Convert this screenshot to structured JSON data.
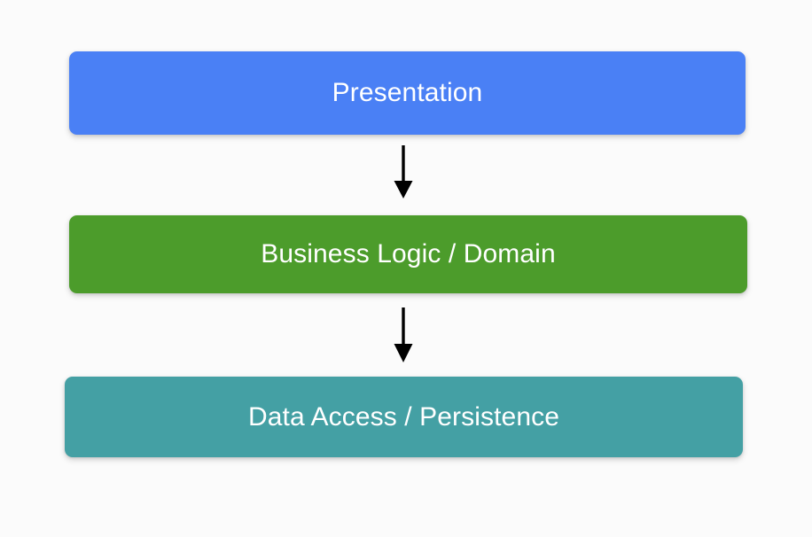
{
  "diagram": {
    "type": "layered-architecture-flow",
    "orientation": "vertical-top-down",
    "background_color": "#fbfbfb",
    "layers": [
      {
        "id": "presentation",
        "label": "Presentation",
        "color": "#4a80f5",
        "text_color": "#ffffff"
      },
      {
        "id": "business-logic",
        "label": "Business Logic / Domain",
        "color": "#4c9c2b",
        "text_color": "#ffffff"
      },
      {
        "id": "data-access",
        "label": "Data Access / Persistence",
        "color": "#44a0a4",
        "text_color": "#ffffff"
      }
    ],
    "connectors": [
      {
        "id": "presentation-to-business",
        "from": "presentation",
        "to": "business-logic",
        "style": "solid-arrow-down",
        "color": "#000000"
      },
      {
        "id": "business-to-data",
        "from": "business-logic",
        "to": "data-access",
        "style": "solid-arrow-down",
        "color": "#000000"
      }
    ]
  }
}
